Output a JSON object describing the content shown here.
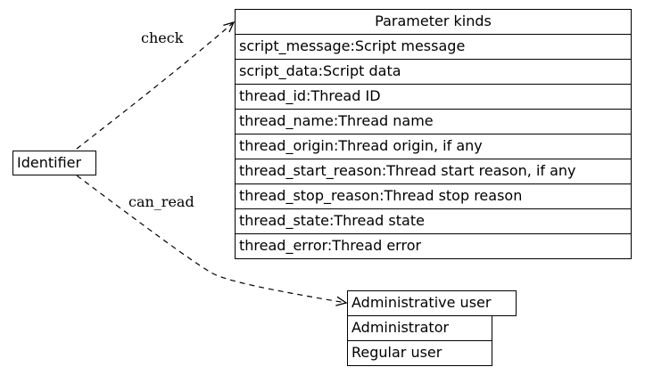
{
  "identifier": {
    "label": "Identifier"
  },
  "edges": {
    "check": "check",
    "can_read": "can_read"
  },
  "parameter_kinds": {
    "title": "Parameter kinds",
    "rows": [
      "script_message:Script message",
      "script_data:Script data",
      "thread_id:Thread ID",
      "thread_name:Thread name",
      "thread_origin:Thread origin, if any",
      "thread_start_reason:Thread start reason, if any",
      "thread_stop_reason:Thread stop reason",
      "thread_state:Thread state",
      "thread_error:Thread error"
    ]
  },
  "user_kinds": {
    "title": "Administrative user",
    "rows": [
      "Administrator",
      "Regular user"
    ]
  }
}
